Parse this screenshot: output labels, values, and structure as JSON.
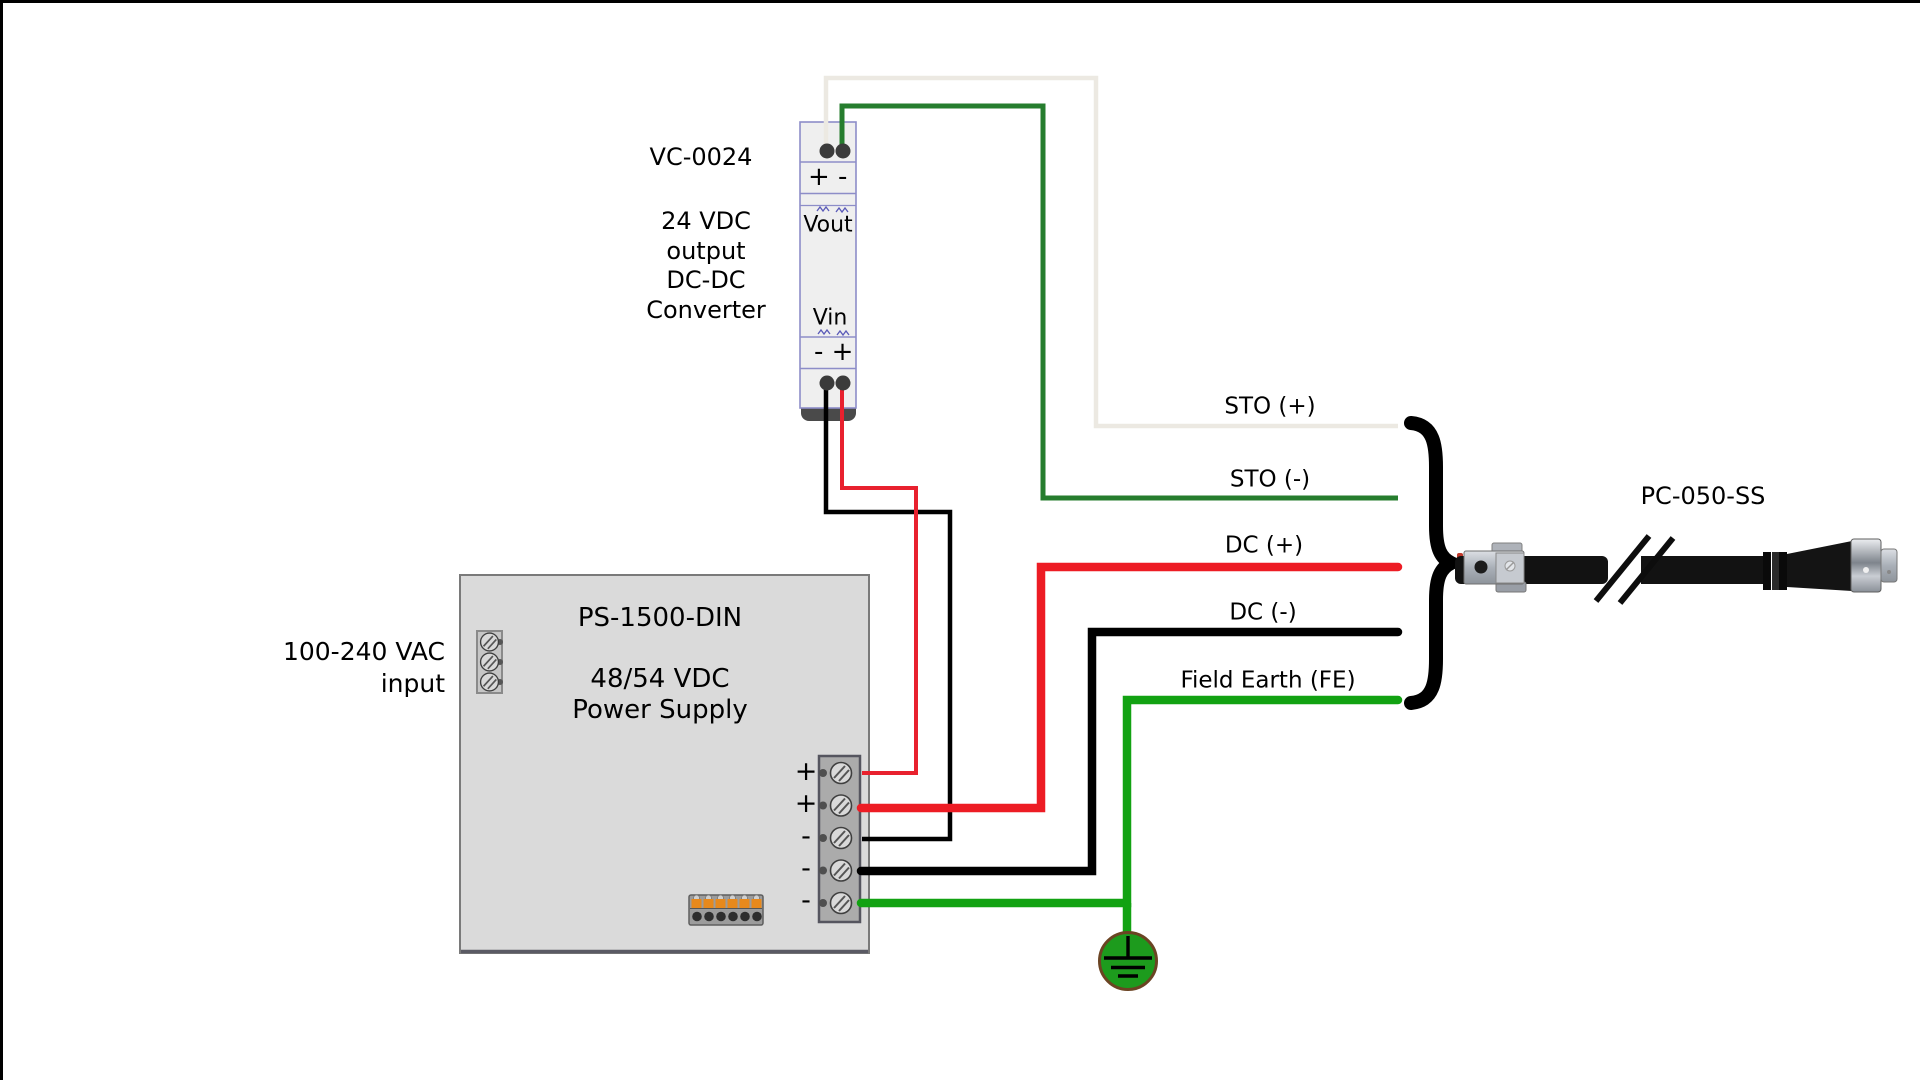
{
  "page": {
    "background": "#ffffff",
    "frame_border_color": "#000000"
  },
  "converter": {
    "model": "VC-0024",
    "description": "24 VDC\noutput\nDC-DC\nConverter",
    "top_terminals": "+ -",
    "vout": "Vout",
    "vin": "Vin",
    "bottom_terminals": "- +"
  },
  "power_supply": {
    "model": "PS-1500-DIN",
    "rating": "48/54 VDC\nPower Supply",
    "ac_input": "100-240 VAC\ninput",
    "terminals": [
      "+",
      "+",
      "-",
      "-",
      "-"
    ]
  },
  "signals": [
    {
      "label": "STO (+)",
      "color": "#ece9e2"
    },
    {
      "label": "STO (-)",
      "color": "#267d2e"
    },
    {
      "label": "DC (+)",
      "color": "#ed1c24"
    },
    {
      "label": "DC (-)",
      "color": "#000000"
    },
    {
      "label": "Field Earth (FE)",
      "color": "#12a212"
    }
  ],
  "hookup_wires": {
    "positive": "#e8212e",
    "negative": "#000000"
  },
  "ground": {
    "icon": "earth-ground-icon",
    "fill": "#1d9b1d",
    "outline": "#6b4423"
  },
  "cable": {
    "model": "PC-050-SS"
  }
}
